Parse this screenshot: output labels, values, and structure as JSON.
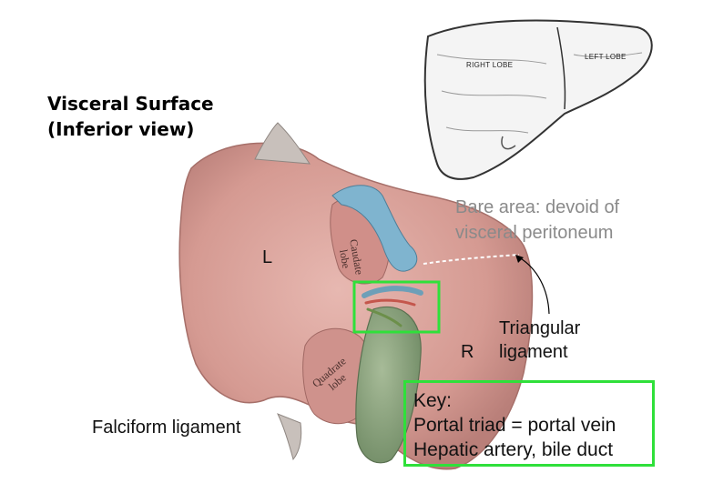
{
  "title": {
    "line1": "Visceral Surface",
    "line2": "(Inferior view)"
  },
  "inset": {
    "right_lobe": "RIGHT LOBE",
    "left_lobe": "LEFT LOBE"
  },
  "labels": {
    "left": "L",
    "right": "R",
    "caudate_1": "Caudate",
    "caudate_2": "lobe",
    "quadrate_1": "Quadrate",
    "quadrate_2": "lobe",
    "bare_area_1": "Bare area: devoid of",
    "bare_area_2": "visceral peritoneum",
    "triangular_1": "Triangular",
    "triangular_2": "ligament",
    "falciform": "Falciform ligament"
  },
  "key": {
    "heading": "Key:",
    "line1": "Portal triad = portal vein",
    "line2": "Hepatic artery, bile duct"
  },
  "colors": {
    "liver": "#d9a19a",
    "gallbladder": "#8aa27a",
    "vein": "#7fb4cf",
    "highlight": "#2fe03a",
    "annotation_grey": "#8a8a8a"
  }
}
